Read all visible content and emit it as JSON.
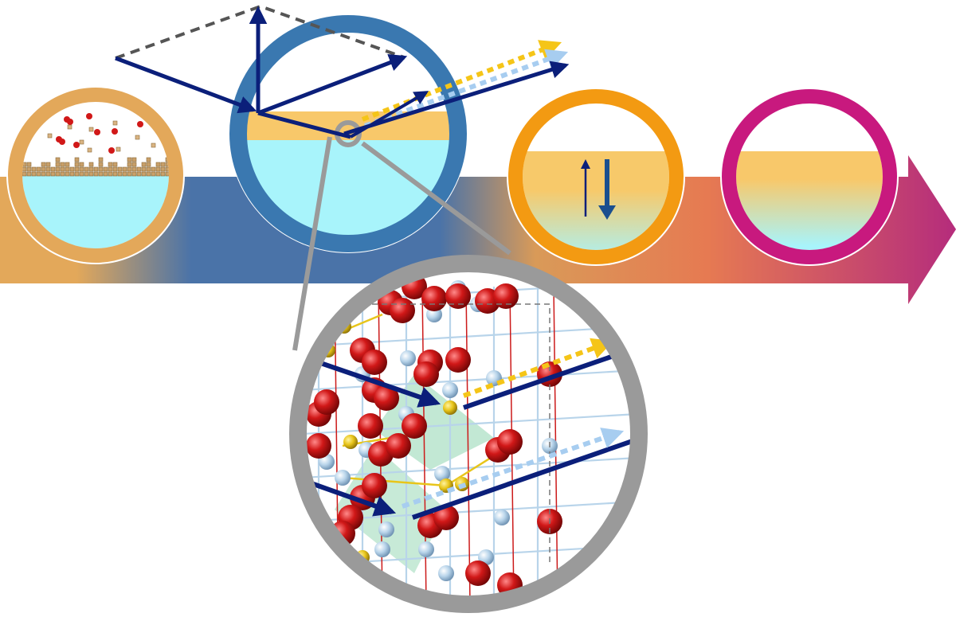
{
  "palette": {
    "orange_tan": "#e3a85a",
    "steel_blue": "#3a78b0",
    "mid_blue": "#4a73a8",
    "orange": "#f39a12",
    "magenta": "#c8197e",
    "navy_arrow": "#0b1f7a",
    "cyan_water": "#a8f4fb",
    "film_yellow": "#f7c96a",
    "dotted_yellow": "#f5c518",
    "dotted_lightblue": "#a7cdf0",
    "lens_gray": "#9a9a9a",
    "atom_red": "#cc1a1a",
    "atom_lightblue": "#b8d4ea",
    "atom_yellow": "#e8c51a",
    "octahedron_green": "#8fd6b0"
  },
  "stages": [
    {
      "id": "stage-deposition",
      "ring": "#e3a85a"
    },
    {
      "id": "stage-xray-reflectivity",
      "ring": "#3a78b0"
    },
    {
      "id": "stage-interdiffusion",
      "ring": "#f39a12"
    },
    {
      "id": "stage-final-film",
      "ring": "#c8197e"
    }
  ],
  "icons": {
    "magnifier": "magnifier-lens-icon",
    "interdiffusion": "up-down-arrows-icon",
    "process_arrow": "process-flow-arrow-icon"
  }
}
